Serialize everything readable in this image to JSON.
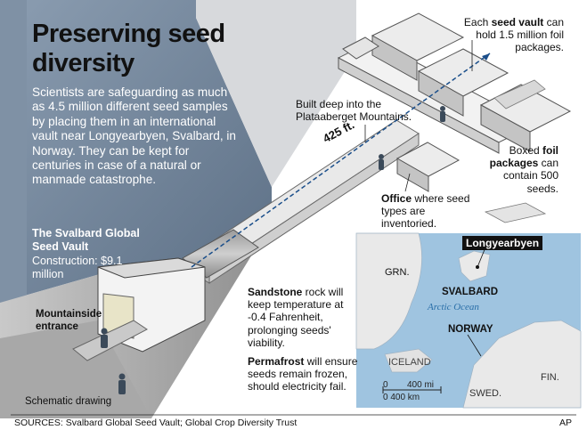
{
  "title": "Preserving seed diversity",
  "intro": "Scientists are safeguarding as much as 4.5 million different seed samples by placing them in an international vault near Longyearbyen, Svalbard, in Norway. They can be kept for centuries in case of a natural or manmade catastrophe.",
  "vault_heading": "The Svalbard Global Seed Vault",
  "construction": "Construction: $9.1 million",
  "mountainside_entrance": "Mountainside entrance",
  "schematic": "Schematic drawing",
  "callouts": {
    "seed_vault_pre": "Each ",
    "seed_vault_bold": "seed vault",
    "seed_vault_post": " can hold 1.5 million foil packages.",
    "built_deep": "Built deep into the Plataaberget Mountains.",
    "distance": "425 ft.",
    "boxed_pre": "Boxed ",
    "boxed_bold": "foil packages",
    "boxed_post": " can contain 500 seeds.",
    "office_bold": "Office",
    "office_post": " where seed types are inventoried.",
    "sandstone_bold": "Sandstone",
    "sandstone_post": " rock will keep temperature at -0.4 Fahrenheit, prolonging seeds' viability.",
    "permafrost_bold": "Permafrost",
    "permafrost_post": " will ensure seeds remain frozen, should electricity fail."
  },
  "map": {
    "city": "Longyearbyen",
    "grn": "GRN.",
    "svalbard": "SVALBARD",
    "arctic": "Arctic Ocean",
    "norway": "NORWAY",
    "iceland": "ICELAND",
    "fin": "FIN.",
    "swed": "SWED.",
    "scale_zero": "0",
    "scale_mi": "400 mi",
    "scale_km": "0   400 km",
    "sea_color": "#9fc4e0",
    "land_color": "#e9e9e9"
  },
  "sources": "SOURCES: Svalbard Global Seed Vault; Global Crop Diversity Trust",
  "credit": "AP",
  "colors": {
    "sky": "#7d8fa2",
    "rock": "#9a9a9a",
    "tunnel": "#d8d8d8",
    "accent": "#1a4e8a"
  }
}
